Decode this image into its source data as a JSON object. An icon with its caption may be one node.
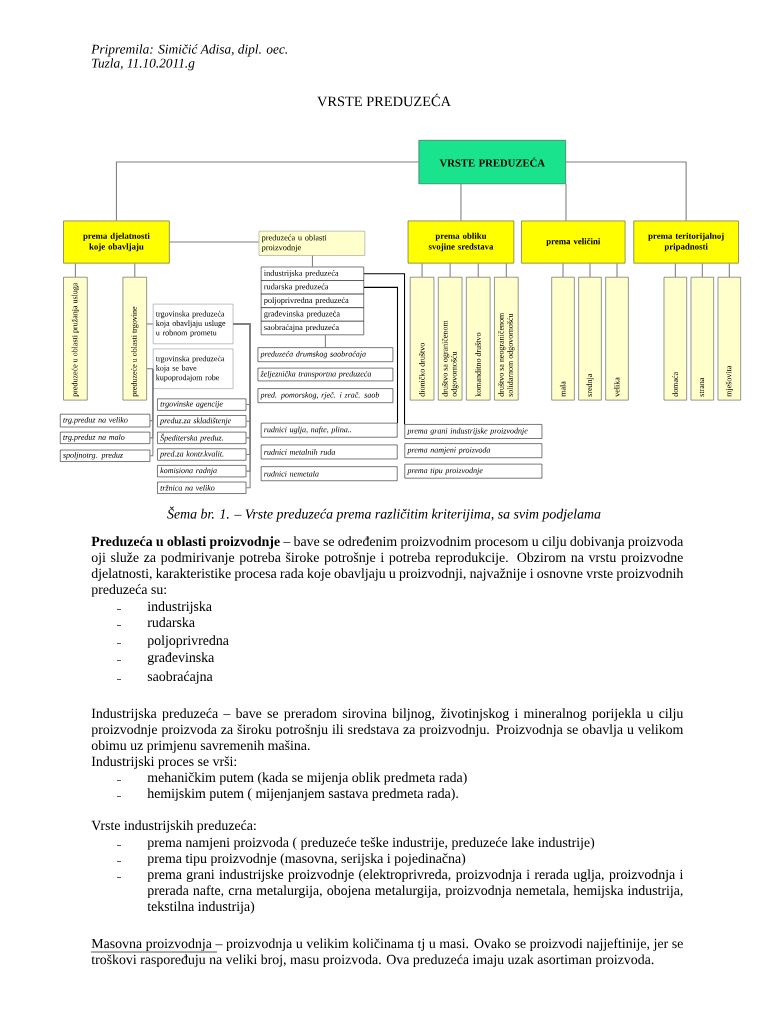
{
  "diagram": {
    "title": "VRSTE PREDUZEĆA",
    "caption": "Šema br. 1. – Vrste preduzeća prema različitim kriterijima, sa svim podjelama",
    "nodes": [
      {
        "text": [
          "VRSTE PREDUZEĆA"
        ]
      },
      {
        "text": [
          "prema djelatnosti koje obavljaju"
        ]
      },
      {
        "text": [
          "prema obliku svojine sredstava"
        ]
      },
      {
        "text": [
          "prema veličini"
        ]
      },
      {
        "text": [
          "prema teritorijalnoj pripadnosti"
        ]
      },
      {
        "text": [
          "preduzeća u oblasti proizvodnje"
        ]
      },
      {
        "text": [
          "preduzeće u oblasti pružanja usluga"
        ]
      },
      {
        "text": [
          "preduzeće u oblasti trgovine"
        ]
      },
      {
        "text": [
          "industrijska preduzeća"
        ]
      },
      {
        "text": [
          "rudarska preduzeća"
        ]
      },
      {
        "text": [
          "poljoprivredna preduzeća"
        ]
      },
      {
        "text": [
          "građevinska preduzeća"
        ]
      },
      {
        "text": [
          "saobraćajna preduzeća"
        ]
      },
      {
        "text": [
          "trgovinska preduzeća koja obavljaju usluge u robnom prometu"
        ]
      },
      {
        "text": [
          "trgovinska preduzeća koja se bave kupoprodajom robe"
        ]
      },
      {
        "text": [
          "preduzeća drumskog saobraćaja"
        ]
      },
      {
        "text": [
          "željeznička transportna preduzeća"
        ]
      },
      {
        "text": [
          "pred. pomorskog, rječ. i zrač. saob"
        ]
      },
      {
        "text": [
          "trg.preduz na veliko"
        ]
      },
      {
        "text": [
          "trg.preduz na malo"
        ]
      },
      {
        "text": [
          "spoljnotrg. preduz"
        ]
      },
      {
        "text": [
          "trgovinske agencije"
        ]
      },
      {
        "text": [
          "preduz.za skladištenje"
        ]
      },
      {
        "text": [
          "Špediterska preduz."
        ]
      },
      {
        "text": [
          "pred.za kontr.kvalit."
        ]
      },
      {
        "text": [
          "komisiona radnja"
        ]
      },
      {
        "text": [
          "tržnica na veliko"
        ]
      },
      {
        "text": [
          "rudnici uglja, nafte, plina.."
        ]
      },
      {
        "text": [
          "rudnici metalnih ruda"
        ]
      },
      {
        "text": [
          "rudnici nemetala"
        ]
      },
      {
        "text": [
          "prema grani industrijske proizvodnje"
        ]
      },
      {
        "text": [
          "prema namjeni proizvoda"
        ]
      },
      {
        "text": [
          "prema tipu proizvodnje"
        ]
      },
      {
        "text": [
          "dioničko društvo"
        ]
      },
      {
        "text": [
          "društvo sa ograničenom odgovornošću"
        ]
      },
      {
        "text": [
          "komanditno društvo"
        ]
      },
      {
        "text": [
          "društvo sa neograničenom solidarnom odgovornošću"
        ]
      },
      {
        "text": [
          "mala"
        ]
      },
      {
        "text": [
          "srednja"
        ]
      },
      {
        "text": [
          "velika"
        ]
      },
      {
        "text": [
          "domaća"
        ]
      },
      {
        "text": [
          "strana"
        ]
      },
      {
        "text": [
          "mješovita"
        ]
      }
    ],
    "edges": [
      {
        "from": 0,
        "to": 1,
        "arrow": "none"
      },
      {
        "from": 0,
        "to": 2,
        "arrow": "none"
      },
      {
        "from": 0,
        "to": 3,
        "arrow": "none"
      },
      {
        "from": 0,
        "to": 4,
        "arrow": "none"
      },
      {
        "from": 1,
        "to": 5,
        "arrow": "none"
      },
      {
        "from": 1,
        "to": 6,
        "arrow": "none"
      },
      {
        "from": 1,
        "to": 7,
        "arrow": "none"
      },
      {
        "from": 5,
        "to": 8,
        "arrow": "none"
      },
      {
        "from": 8,
        "to": 30,
        "arrow": "none",
        "color": "#000000"
      },
      {
        "from": 9,
        "to": 27,
        "arrow": "none",
        "color": "#000000"
      },
      {
        "from": 12,
        "to": 15,
        "arrow": "none"
      },
      {
        "from": 7,
        "to": 13,
        "arrow": "none"
      },
      {
        "from": 7,
        "to": 14,
        "arrow": "none"
      },
      {
        "from": 13,
        "to": 21,
        "arrow": "none"
      },
      {
        "from": 13,
        "to": 22,
        "arrow": "none"
      },
      {
        "from": 13,
        "to": 23,
        "arrow": "none"
      },
      {
        "from": 13,
        "to": 24,
        "arrow": "none"
      },
      {
        "from": 13,
        "to": 25,
        "arrow": "none"
      },
      {
        "from": 13,
        "to": 26,
        "arrow": "none"
      },
      {
        "from": 14,
        "to": 18,
        "arrow": "none"
      },
      {
        "from": 14,
        "to": 19,
        "arrow": "none"
      },
      {
        "from": 14,
        "to": 20,
        "arrow": "none"
      },
      {
        "from": 2,
        "to": 33,
        "arrow": "none"
      },
      {
        "from": 2,
        "to": 34,
        "arrow": "none"
      },
      {
        "from": 2,
        "to": 35,
        "arrow": "none"
      },
      {
        "from": 2,
        "to": 36,
        "arrow": "none"
      },
      {
        "from": 3,
        "to": 37,
        "arrow": "none"
      },
      {
        "from": 3,
        "to": 38,
        "arrow": "none"
      },
      {
        "from": 3,
        "to": 39,
        "arrow": "none"
      },
      {
        "from": 4,
        "to": 40,
        "arrow": "none"
      },
      {
        "from": 4,
        "to": 41,
        "arrow": "none"
      },
      {
        "from": 4,
        "to": 42,
        "arrow": "none"
      }
    ],
    "labels": [
      "Pripremila: Simičić Adisa, dipl. oec.",
      "Tuzla, 11.10.2011.g",
      "**Preduzeća u oblasti proizvodnje** – bave se određenim proizvodnim procesom u cilju dobivanja proizvoda oji služe za podmirivanje potreba široke potrošnje i potreba reprodukcije. Obzirom na vrstu proizvodne djelatnosti, karakteristike procesa rada koje obavljaju u proizvodnji, najvažnije i osnovne vrste proizvodnih preduzeća su:",
      "industrijska",
      "rudarska",
      "poljoprivredna",
      "građevinska",
      "saobraćajna",
      "Industrijska preduzeća – bave se preradom sirovina biljnog, životinjskog i mineralnog porijekla u cilju proizvodnje proizvoda za široku potrošnju ili sredstava za proizvodnju. Proizvodnja se obavlja u velikom obimu uz primjenu savremenih mašina.",
      "Industrijski proces se vrši:",
      "mehaničkim putem (kada se mijenja oblik predmeta rada)",
      "hemijskim putem ( mijenjanjem sastava predmeta rada).",
      "Vrste industrijskih preduzeća:",
      "prema namjeni proizvoda ( preduzeće teške industrije, preduzeće lake industrije)",
      "prema tipu proizvodnje (masovna, serijska i pojedinačna)",
      "prema grani industrijske proizvodnje (elektroprivreda, proizvodnja i rerada uglja, proizvodnja i prerada nafte, crna metalurgija, obojena metalurgija, proizvodnja nemetala, hemijska industrija, tekstilna industrija)",
      "Masovna proizvodnja – proizvodnja u velikim količinama tj u masi. Ovako se proizvodi najjeftinije, jer se troškovi raspoređuju na veliki broj, masu proizvoda. Ova preduzeća imaju uzak asortiman proizvoda."
    ]
  }
}
